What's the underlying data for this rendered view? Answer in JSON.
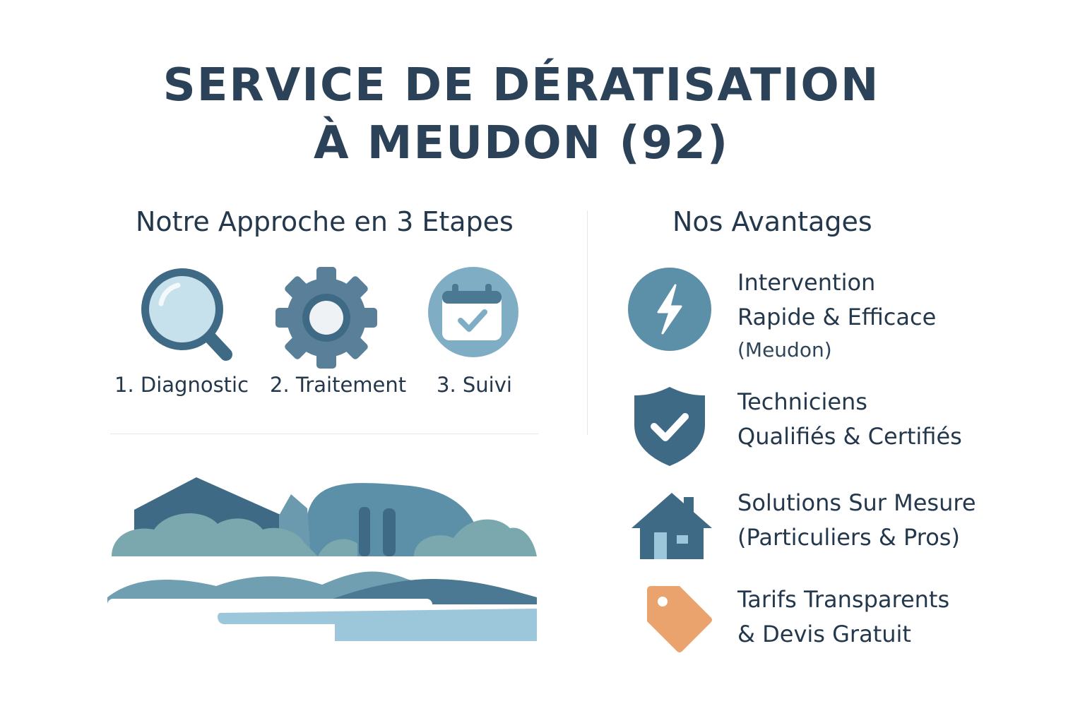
{
  "title": {
    "line1": "SERVICE DE DÉRATISATION",
    "line2": "À MEUDON (92)"
  },
  "approach": {
    "title": "Notre Approche en 3 Etapes",
    "steps": [
      {
        "label": "1. Diagnostic",
        "icon": "magnifier-icon"
      },
      {
        "label": "2. Traitement",
        "icon": "gear-icon"
      },
      {
        "label": "3. Suivi",
        "icon": "calendar-check-icon"
      }
    ]
  },
  "advantages": {
    "title": "Nos Avantages",
    "items": [
      {
        "line1": "Intervention",
        "line2": "Rapide & Efficace",
        "line3": "(Meudon)",
        "icon": "lightning-icon"
      },
      {
        "line1": "Techniciens",
        "line2": "Qualifiés & Certifiés",
        "icon": "shield-check-icon"
      },
      {
        "line1": "Solutions Sur Mesure",
        "line2": "(Particuliers & Pros)",
        "icon": "house-icon"
      },
      {
        "line1": "Tarifs Transparents",
        "line2": "& Devis Gratuit",
        "icon": "price-tag-icon"
      }
    ]
  },
  "colors": {
    "dark_blue": "#3f6a86",
    "mid_blue": "#5c8fa8",
    "light_blue": "#a9cfe0",
    "teal": "#7ba7ae",
    "orange": "#eba36e",
    "text": "#24384d"
  }
}
